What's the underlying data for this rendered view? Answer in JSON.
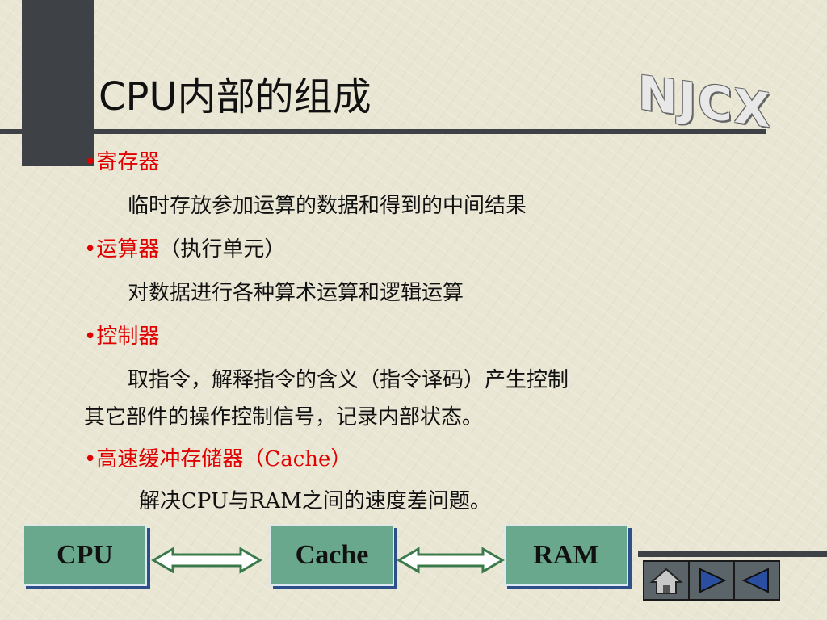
{
  "title": "CPU内部的组成",
  "logo_text": "NJCX",
  "content": [
    {
      "bullet": "•",
      "label": "寄存器"
    },
    {
      "text": "临时存放参加运算的数据和得到的中间结果"
    },
    {
      "bullet": "•",
      "label": "运算器",
      "rest": "（执行单元）"
    },
    {
      "text": "对数据进行各种算术运算和逻辑运算"
    },
    {
      "bullet": "•",
      "label": "控制器"
    },
    {
      "text": "取指令，解释指令的含义（指令译码）产生控制"
    },
    {
      "text": "其它部件的操作控制信号，记录内部状态。"
    },
    {
      "bullet": "•",
      "label": "高速缓冲存储器（Cache）"
    },
    {
      "text": "解决CPU与RAM之间的速度差问题。"
    }
  ],
  "diagram": {
    "cpu": "CPU",
    "cache": "Cache",
    "ram": "RAM"
  },
  "nav": {
    "home": "home-icon",
    "next": "play-right-icon",
    "prev": "play-left-icon"
  },
  "colors": {
    "accent": "#e00000",
    "box": "#6aa88e",
    "bar": "#3e4247"
  }
}
